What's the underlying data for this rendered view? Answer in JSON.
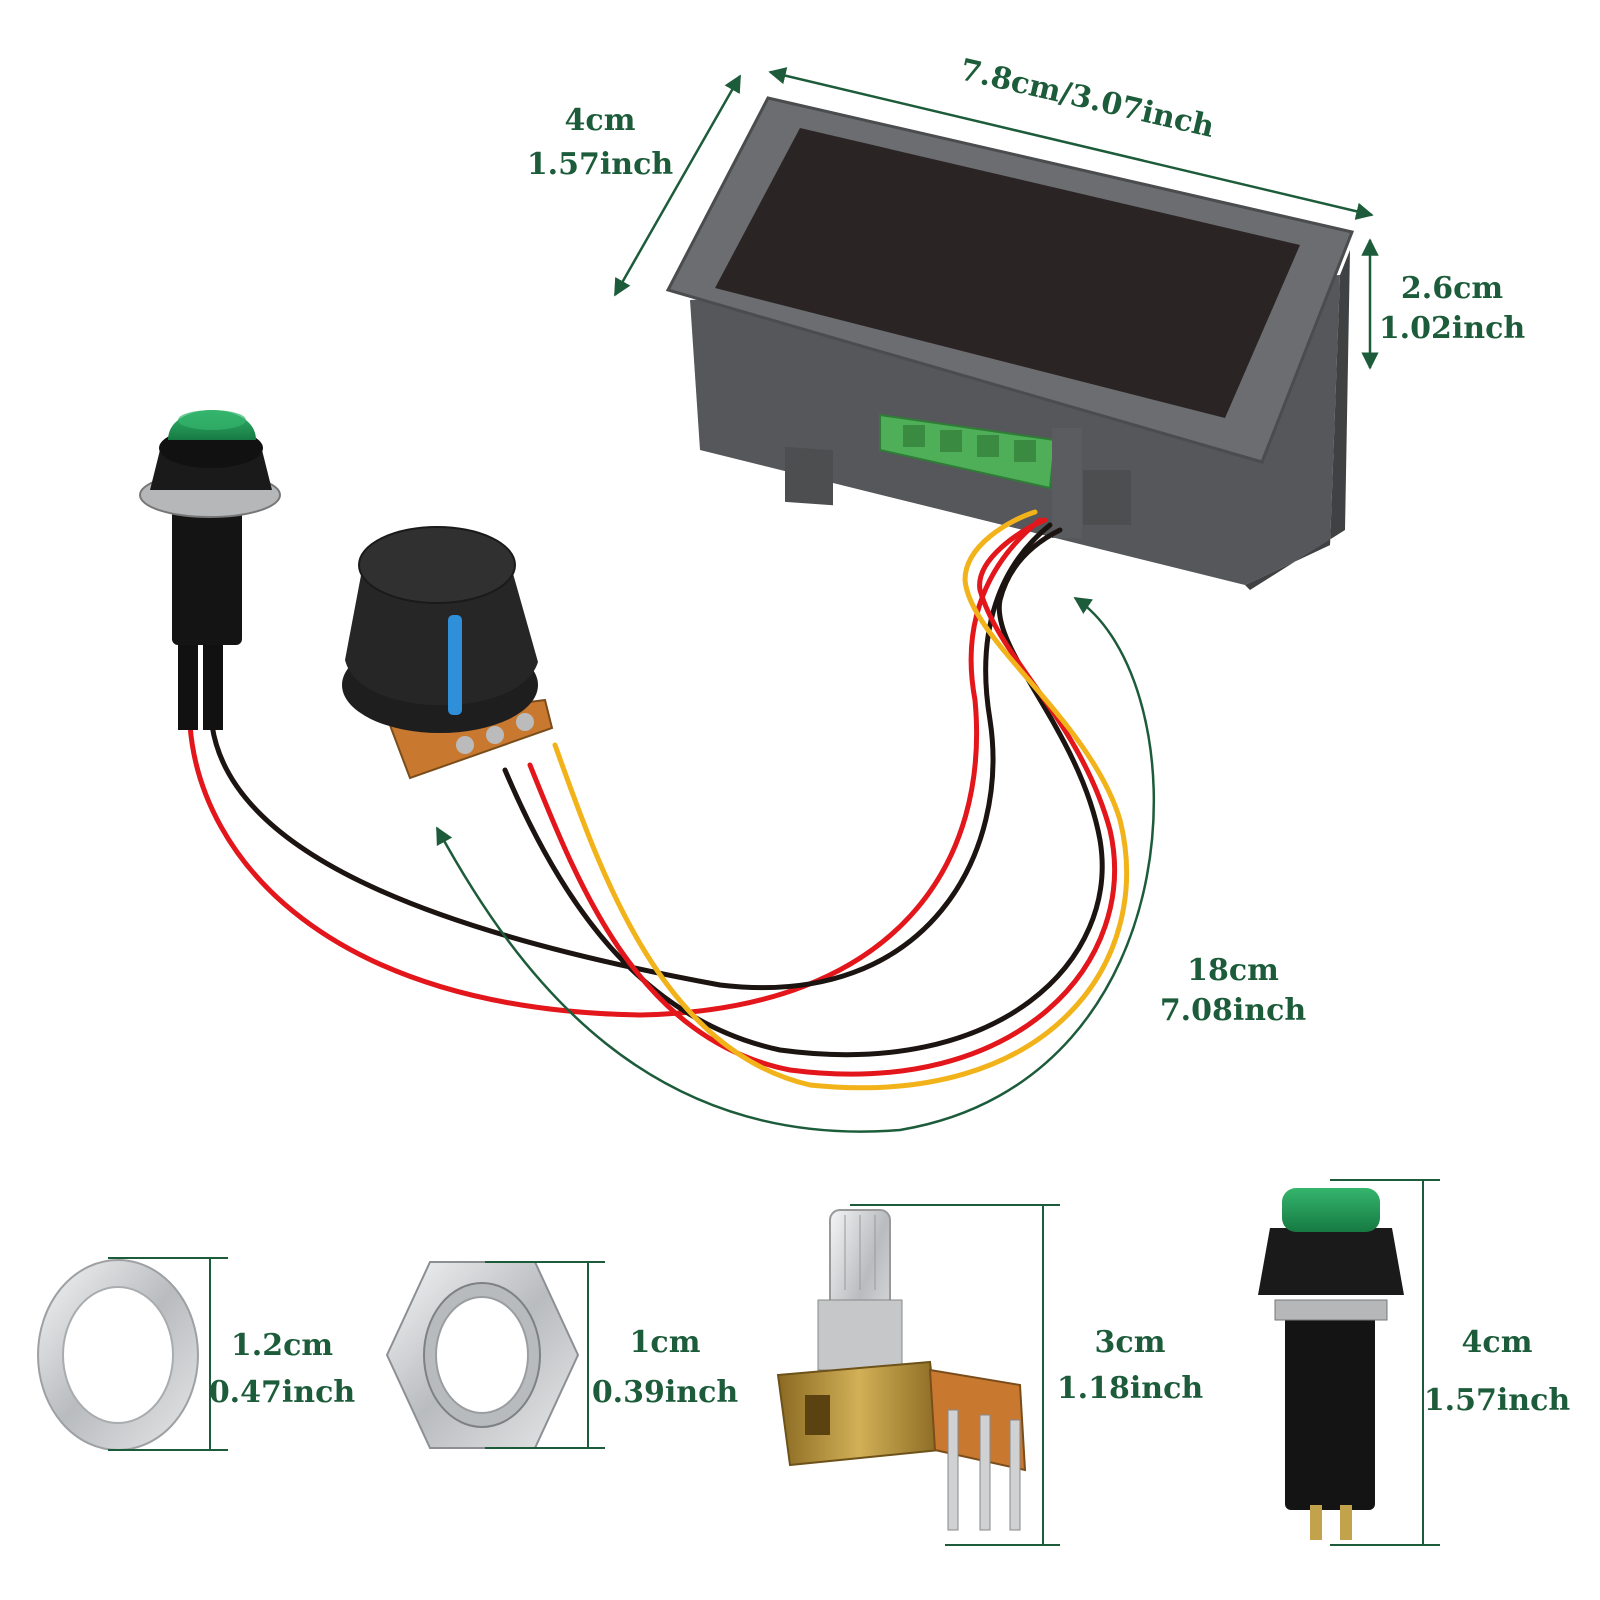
{
  "colors": {
    "dimension": "#1d5c3a",
    "panel_body": "#5e6063",
    "panel_face": "#2b2424",
    "terminal": "#4fae58",
    "wire_red": "#e2161b",
    "wire_black": "#1c1411",
    "wire_yellow": "#f2b21a",
    "knob": "#262626",
    "knob_indicator": "#2f8fd8",
    "button_cap": "#1f9a55",
    "metal": "#c9cbcd"
  },
  "dimensions": {
    "panel_width": {
      "cm": "7.8cm/3.07inch"
    },
    "panel_depth": {
      "cm": "4cm",
      "inch": "1.57inch"
    },
    "panel_height": {
      "cm": "2.6cm",
      "inch": "1.02inch"
    },
    "cable_length": {
      "cm": "18cm",
      "inch": "7.08inch"
    },
    "washer": {
      "cm": "1.2cm",
      "inch": "0.47inch"
    },
    "nut": {
      "cm": "1cm",
      "inch": "0.39inch"
    },
    "potentiometer": {
      "cm": "3cm",
      "inch": "1.18inch"
    },
    "push_button": {
      "cm": "4cm",
      "inch": "1.57inch"
    }
  },
  "icons": [
    "dimension-arrow-icon",
    "push-button-icon",
    "knob-icon",
    "potentiometer-icon",
    "washer-icon",
    "hex-nut-icon",
    "display-panel-icon"
  ]
}
